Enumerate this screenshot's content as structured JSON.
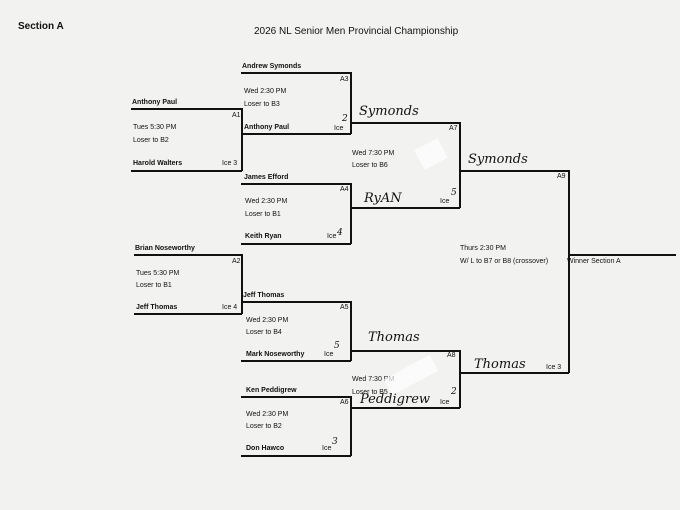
{
  "section_label": "Section A",
  "title": "2026 NL Senior Men Provincial Championship",
  "games": {
    "a1": {
      "code": "A1",
      "team_top": "Anthony Paul",
      "team_bottom": "Harold Walters",
      "time": "Tues 5:30 PM",
      "loser": "Loser to B2",
      "ice": "Ice 3"
    },
    "a2": {
      "code": "A2",
      "team_top": "Brian Noseworthy",
      "team_bottom": "Jeff Thomas",
      "time": "Tues 5:30 PM",
      "loser": "Loser to B1",
      "ice": "Ice 4"
    },
    "a3": {
      "code": "A3",
      "team_top": "Andrew Symonds",
      "team_bottom": "Anthony Paul",
      "time": "Wed 2:30 PM",
      "loser": "Loser to B3",
      "ice": "Ice",
      "ice_handwritten": "2",
      "winner_handwritten": "Symonds"
    },
    "a4": {
      "code": "A4",
      "team_top": "James Efford",
      "team_bottom": "Keith Ryan",
      "time": "Wed 2:30 PM",
      "loser": "Loser to B1",
      "ice": "Ice",
      "ice_handwritten": "4",
      "winner_handwritten": "RyAN"
    },
    "a5": {
      "code": "A5",
      "team_top": "Jeff Thomas",
      "team_bottom": "Mark Noseworthy",
      "time": "Wed 2:30 PM",
      "loser": "Loser to B4",
      "ice": "Ice",
      "ice_handwritten": "5",
      "winner_handwritten": "Thomas"
    },
    "a6": {
      "code": "A6",
      "team_top": "Ken Peddigrew",
      "team_bottom": "Don Hawco",
      "time": "Wed 2:30 PM",
      "loser": "Loser to B2",
      "ice": "Ice",
      "ice_handwritten": "3",
      "winner_handwritten": "Peddigrew"
    },
    "a7": {
      "code": "A7",
      "time": "Wed 7:30 PM",
      "loser": "Loser to B6",
      "ice": "Ice",
      "ice_handwritten": "5",
      "winner_handwritten": "Symonds"
    },
    "a8": {
      "code": "A8",
      "time": "Wed 7:30 PM",
      "loser": "Loser to B5",
      "ice": "Ice",
      "ice_handwritten": "2",
      "winner_handwritten": "Thomas"
    },
    "a9": {
      "code": "A9",
      "time": "Thurs 2:30 PM",
      "loser": "W/ L to B7 or B8 (crossover)",
      "ice": "Ice 3",
      "winner_label": "Winner Section A"
    }
  }
}
